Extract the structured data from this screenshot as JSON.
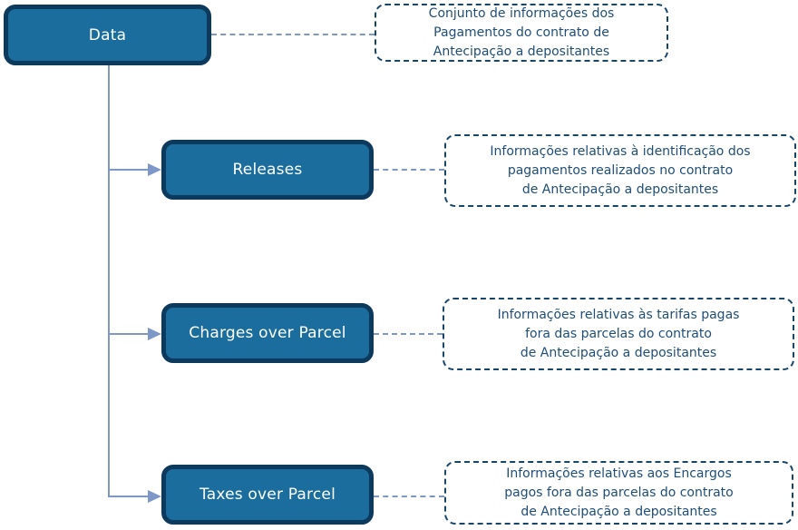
{
  "diagram": {
    "root": {
      "label": "Data",
      "note": "Conjunto de informações dos\nPagamentos do contrato de\nAntecipação a depositantes"
    },
    "children": [
      {
        "label": "Releases",
        "note": "Informações relativas à identificação dos\npagamentos realizados no contrato\nde Antecipação a depositantes"
      },
      {
        "label": "Charges over Parcel",
        "note": "Informações relativas às tarifas pagas\nfora das parcelas do contrato\nde Antecipação a depositantes"
      },
      {
        "label": "Taxes over Parcel",
        "note": "Informações relativas aos Encargos\npagos fora das parcelas do contrato\nde Antecipação a depositantes"
      }
    ],
    "colors": {
      "node_fill": "#1a6d9d",
      "node_border": "#0d3a5c",
      "node_text": "#ffffff",
      "note_border": "#17466b",
      "note_text": "#1f4e79",
      "connector": "#7d97c8",
      "background": "#ffffff"
    }
  }
}
